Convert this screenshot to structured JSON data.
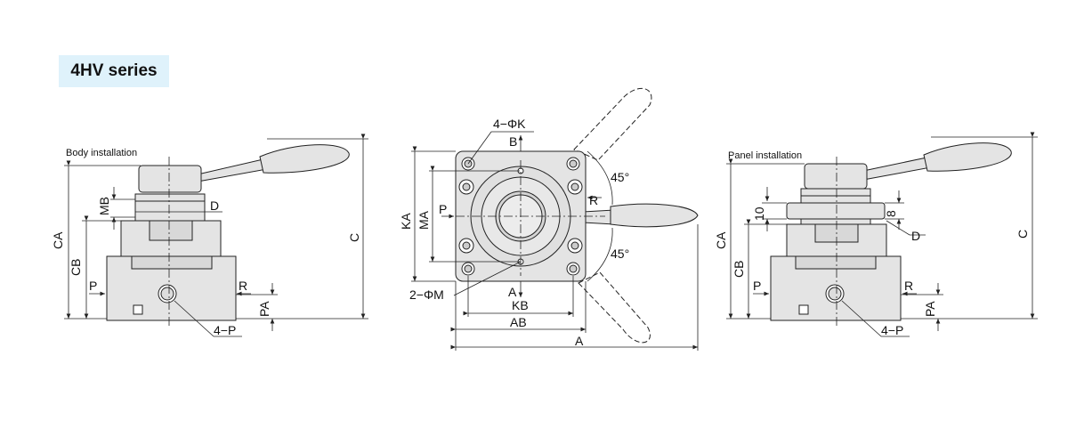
{
  "title": "4HV series",
  "views": {
    "body": {
      "caption": "Body installation",
      "labels": {
        "mb": "MB",
        "d": "D",
        "ca": "CA",
        "cb": "CB",
        "c": "C",
        "p": "P",
        "r": "R",
        "pa": "PA",
        "port": "4−P"
      }
    },
    "top": {
      "labels": {
        "k": "4−ΦK",
        "b": "B",
        "a_top": "A",
        "ka": "KA",
        "ma": "MA",
        "p": "P",
        "r": "R",
        "angle_top": "45°",
        "angle_bottom": "45°",
        "m": "2−ΦM",
        "kb": "KB",
        "ab": "AB",
        "a": "A"
      }
    },
    "panel": {
      "caption": "Panel installation",
      "labels": {
        "ten": "10",
        "eight": "8",
        "d": "D",
        "ca": "CA",
        "cb": "CB",
        "c": "C",
        "p": "P",
        "r": "R",
        "pa": "PA",
        "port": "4−P"
      }
    }
  },
  "colors": {
    "body_fill": "#e4e4e4",
    "line": "#222222",
    "title_bg": "#dff2fb"
  }
}
